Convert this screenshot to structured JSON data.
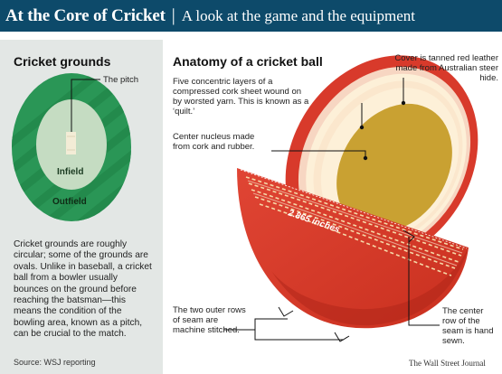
{
  "header": {
    "title": "At the Core of Cricket",
    "separator": "|",
    "subtitle": "A look at the game and the equipment"
  },
  "grounds": {
    "title": "Cricket grounds",
    "pitch_label": "The pitch",
    "infield_label": "Infield",
    "outfield_label": "Outfield",
    "description": "Cricket grounds are roughly circular; some of the grounds are ovals. Unlike in baseball, a cricket ball from a bowler usually bounces on the ground before reaching the batsman—this means the condition of the bowling area, known as a pitch, can be crucial to the match.",
    "colors": {
      "outfield": "#2a9656",
      "infield": "#c5dcc2",
      "pitch": "#f3ecd6"
    }
  },
  "ball": {
    "title": "Anatomy of a cricket ball",
    "cover_label": "Cover is tanned red leather made from Australian steer hide.",
    "quilt_label": "Five concentric layers of a compressed cork sheet wound on by worsted yarn. This is known as a ‘quilt.’",
    "nucleus_label": "Center nucleus made from cork and rubber.",
    "diameter_label": "2.865 inches",
    "outer_seam_label": "The two outer rows of seam are machine stitched.",
    "center_seam_label": "The center row of the seam is hand sewn.",
    "colors": {
      "leather": "#d83a2b",
      "leather_dark": "#b82a20",
      "quilt": "#fdf0d8",
      "nucleus": "#c9a132"
    }
  },
  "footer": {
    "source": "Source: WSJ reporting",
    "credit": "The Wall Street Journal"
  }
}
